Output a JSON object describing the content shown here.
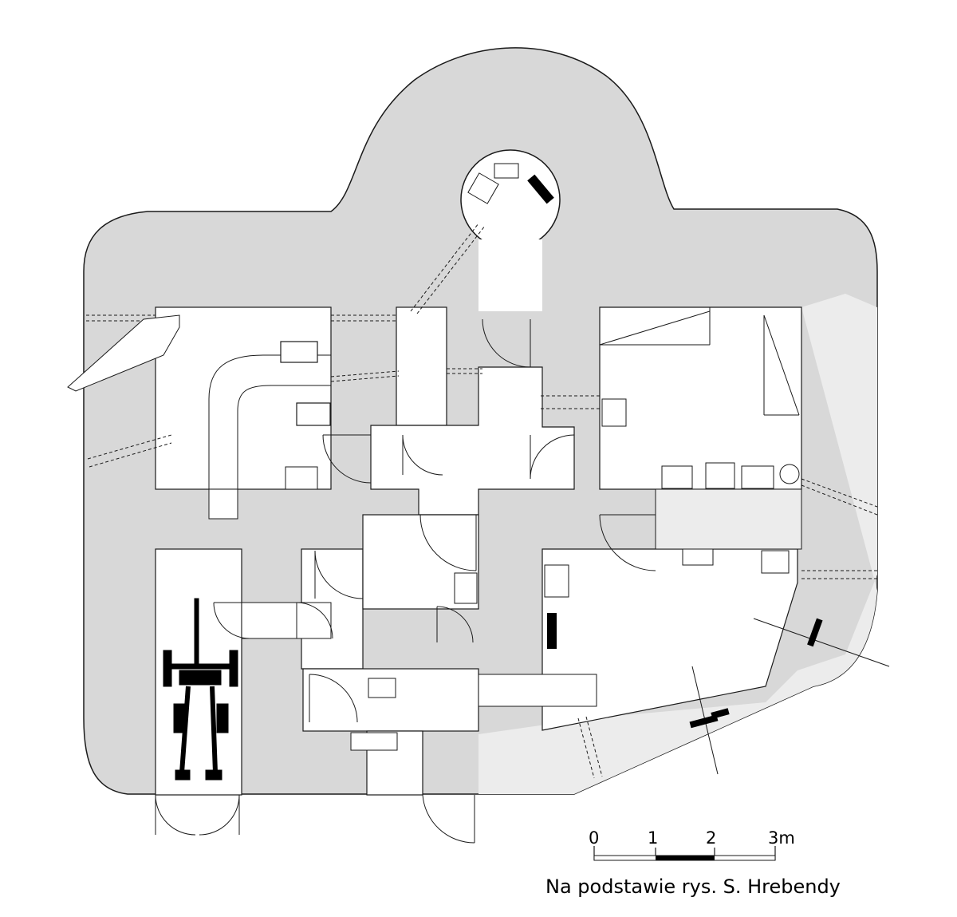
{
  "colors": {
    "wall": "#d8d8d8",
    "wall_light": "#ececec",
    "line": "#1a1a1a",
    "background": "#ffffff",
    "equipment": "#000000"
  },
  "scale_bar": {
    "labels": [
      "0",
      "1",
      "2",
      "3m"
    ]
  },
  "caption": "Na podstawie rys. S. Hrebendy"
}
